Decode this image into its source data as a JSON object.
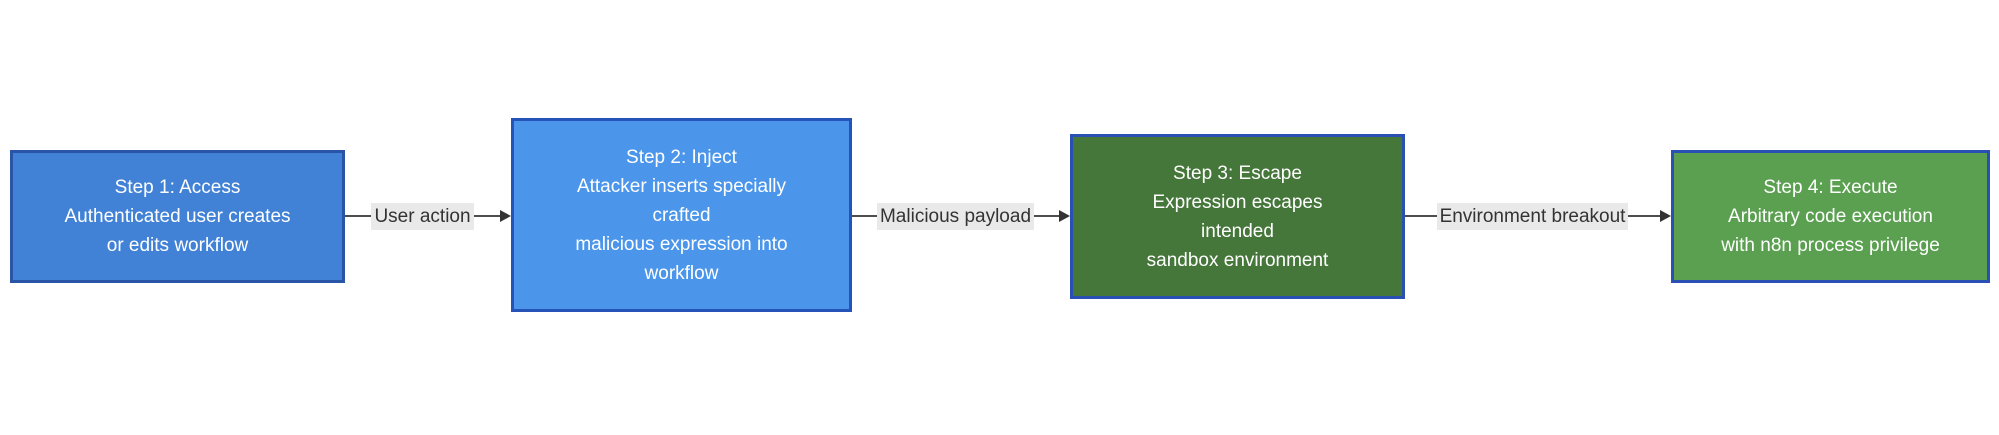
{
  "diagram": {
    "type": "flowchart-lr",
    "background": "#ffffff",
    "nodes": [
      {
        "id": "step1",
        "text": "Step 1: Access\nAuthenticated user creates\nor edits workflow",
        "fill": "#4182d6",
        "stroke": "#2a55a7",
        "text_color": "#ffffff"
      },
      {
        "id": "step2",
        "text": "Step 2: Inject\nAttacker inserts specially\ncrafted\nmalicious expression into\nworkflow",
        "fill": "#4b96ea",
        "stroke": "#2653b8",
        "text_color": "#ffffff"
      },
      {
        "id": "step3",
        "text": "Step 3: Escape\nExpression escapes\nintended\nsandbox environment",
        "fill": "#45763a",
        "stroke": "#2b50b4",
        "text_color": "#ffffff"
      },
      {
        "id": "step4",
        "text": "Step 4: Execute\nArbitrary code execution\nwith n8n process privilege",
        "fill": "#5aa050",
        "stroke": "#2b50b4",
        "text_color": "#ffffff"
      }
    ],
    "edges": [
      {
        "from": "step1",
        "to": "step2",
        "label": "User action"
      },
      {
        "from": "step2",
        "to": "step3",
        "label": "Malicious payload"
      },
      {
        "from": "step3",
        "to": "step4",
        "label": "Environment breakout"
      }
    ],
    "edge_style": {
      "line_color": "#4d4d4d",
      "arrowhead_color": "#333333",
      "label_bg": "#e9e9e9",
      "label_color": "#333333"
    }
  }
}
